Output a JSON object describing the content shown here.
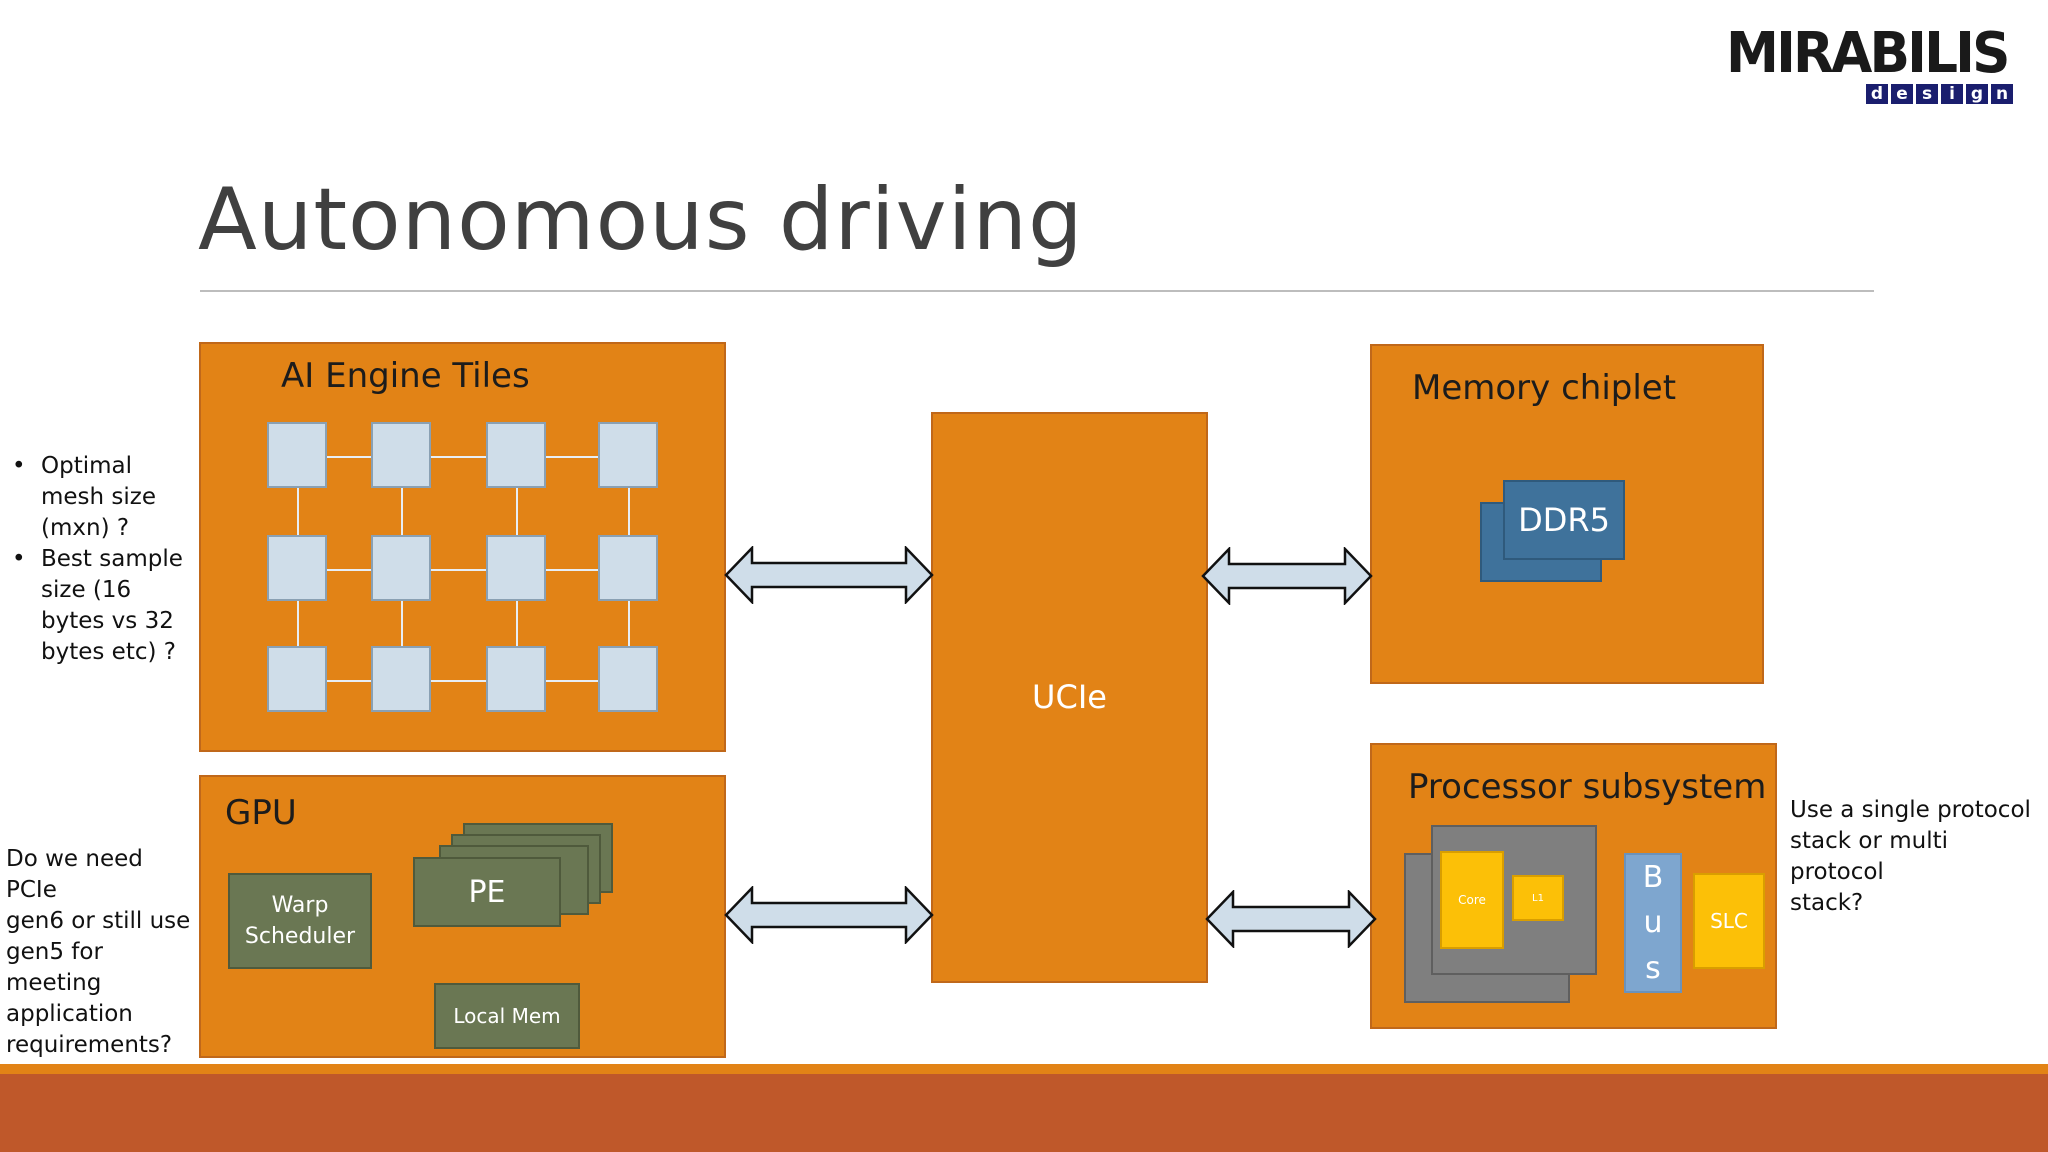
{
  "logo": {
    "main": "MIRABILIS",
    "sub": [
      "d",
      "e",
      "s",
      "i",
      "g",
      "n"
    ]
  },
  "title": "Autonomous driving",
  "ai_engine": {
    "title": "AI Engine Tiles"
  },
  "gpu": {
    "title": "GPU",
    "warp_line1": "Warp",
    "warp_line2": "Scheduler",
    "pe": "PE",
    "local_mem": "Local Mem"
  },
  "ucie": {
    "label": "UCIe"
  },
  "memory": {
    "title": "Memory chiplet",
    "ddr": "DDR5"
  },
  "processor": {
    "title": "Processor subsystem",
    "core": "Core",
    "l1": "L1",
    "bus": [
      "B",
      "u",
      "s"
    ],
    "slc": "SLC"
  },
  "notes": {
    "ai_bullets": [
      [
        "Optimal",
        "mesh size",
        "(mxn) ?"
      ],
      [
        "Best sample",
        "size (16",
        "bytes vs 32",
        "bytes etc) ?"
      ]
    ],
    "gpu_note": [
      "Do we need PCIe",
      "gen6 or still use",
      "gen5 for meeting",
      "application",
      "requirements?"
    ],
    "proc_note": [
      "Use a single protocol",
      "stack or multi protocol",
      "stack?"
    ]
  },
  "colors": {
    "block": "#e28316",
    "tile": "#cfdde9",
    "green": "#6a7753",
    "ddr": "#3f729b",
    "yellow": "#fcc007",
    "bus": "#7ea6cf",
    "footer": "#bf582a",
    "footer_stripe": "#e28316"
  }
}
